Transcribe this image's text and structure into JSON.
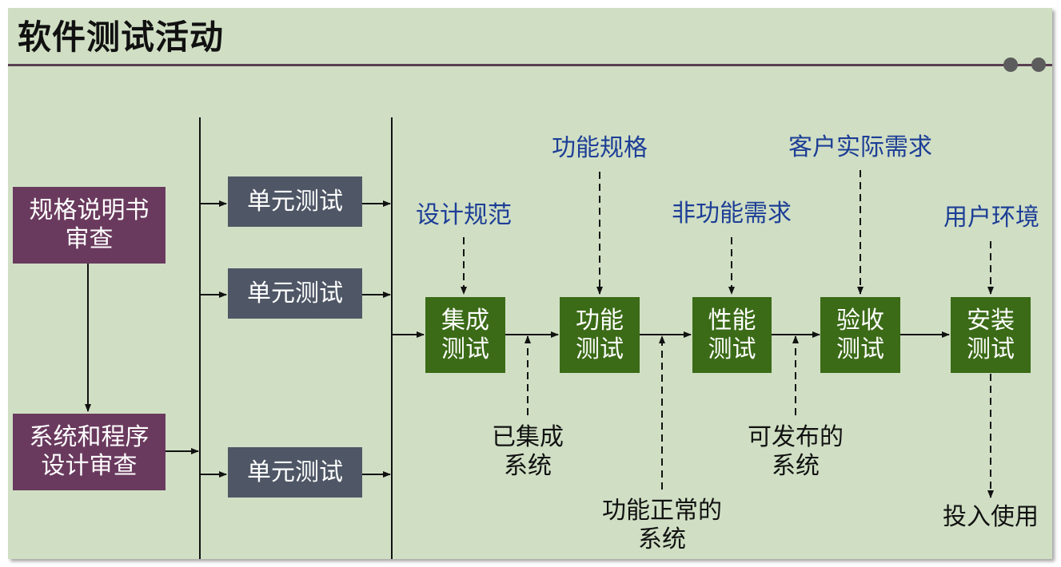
{
  "title": "软件测试活动",
  "review_boxes": {
    "spec_review": "规格说明书\n审查",
    "design_review": "系统和程序\n设计审查"
  },
  "unit_tests": [
    "单元测试",
    "单元测试",
    "单元测试"
  ],
  "stages": [
    "集成\n测试",
    "功能\n测试",
    "性能\n测试",
    "验收\n测试",
    "安装\n测试"
  ],
  "inputs_above": [
    "设计规范",
    "功能规格",
    "非功能需求",
    "客户实际需求",
    "用户环境"
  ],
  "outputs_below": [
    "已集成\n系统",
    "功能正常的\n系统",
    "可发布的\n系统",
    "投入使用"
  ],
  "colors": {
    "background": "#d0dfc4",
    "review_box": "#6a3a5e",
    "unit_box": "#4f5766",
    "stage_box": "#3b6b17",
    "input_text": "#1d3e96"
  }
}
